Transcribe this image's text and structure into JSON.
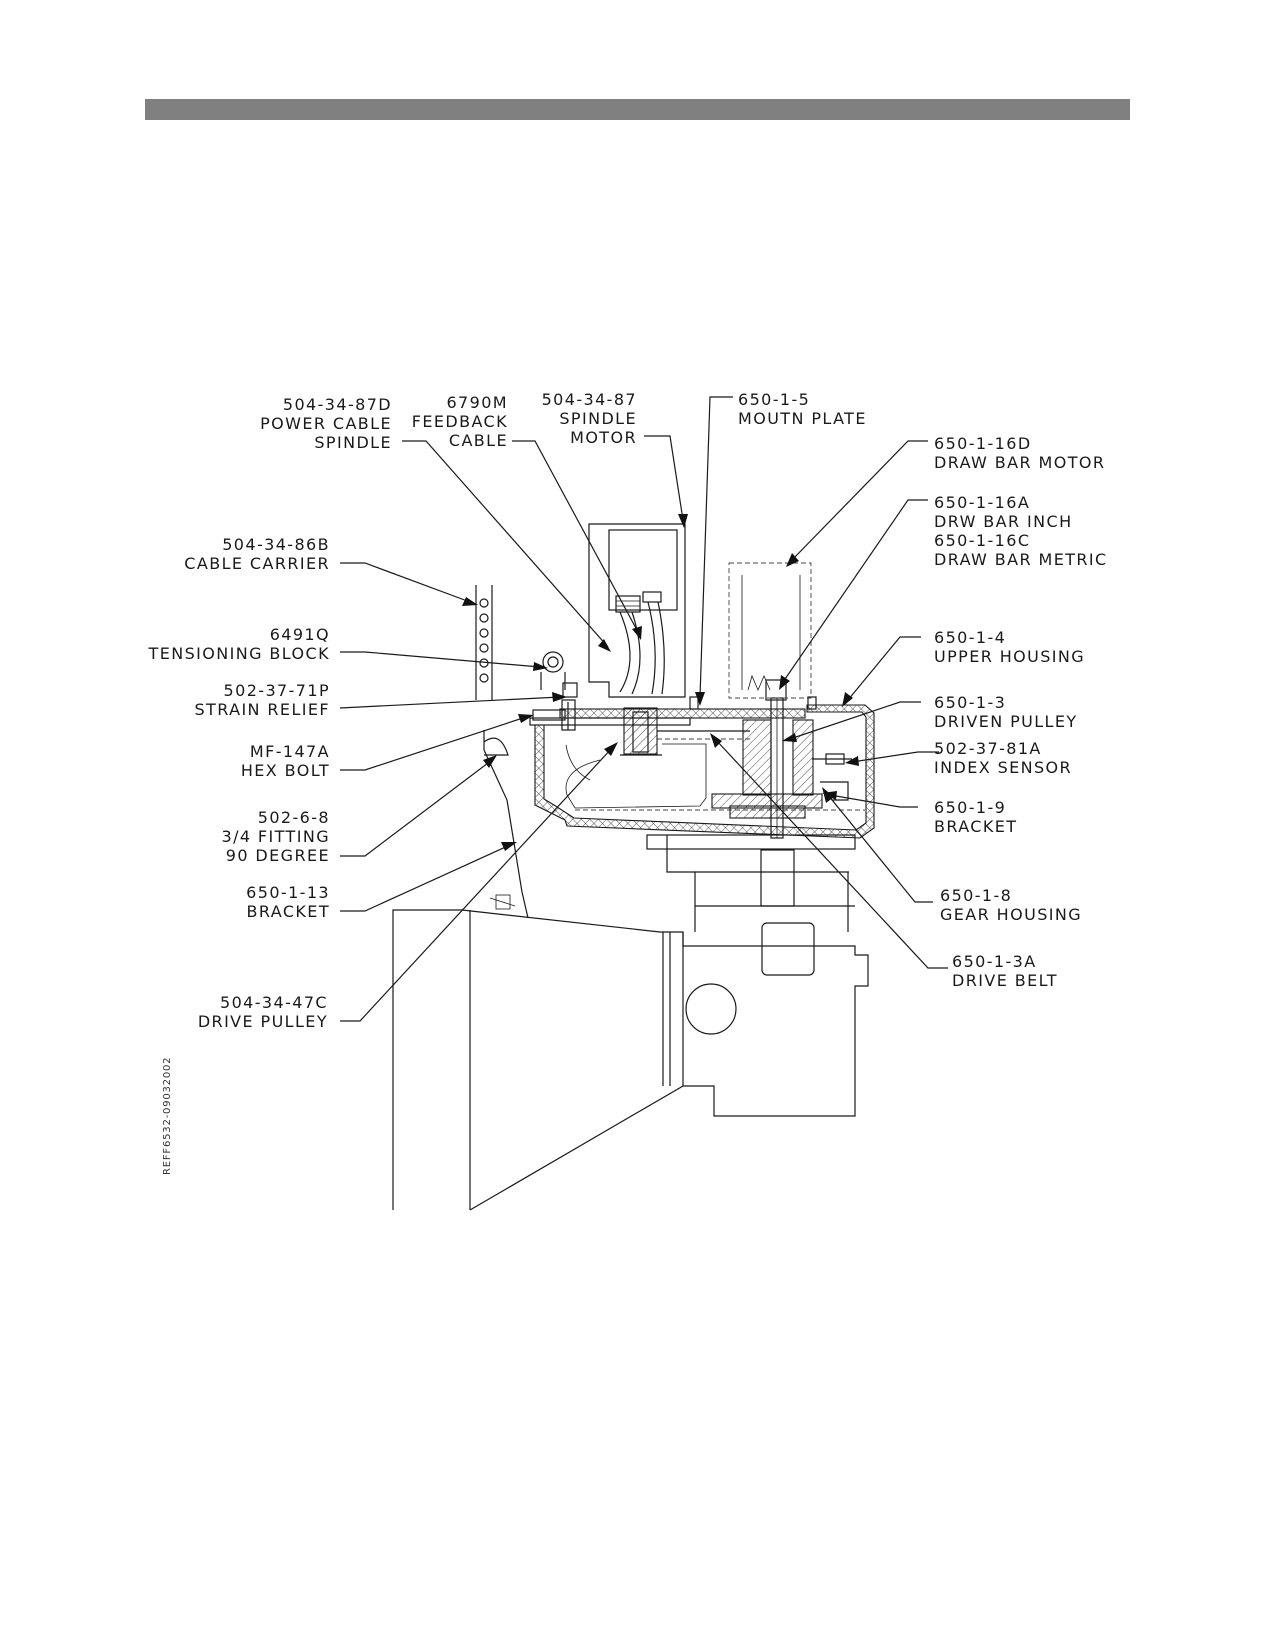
{
  "drawing_ref": "REFF6532-09032002",
  "callouts": [
    {
      "id": "power-cable-spindle",
      "lines": [
        "504-34-87D",
        "POWER CABLE",
        "SPINDLE"
      ]
    },
    {
      "id": "feedback-cable",
      "lines": [
        "6790M",
        "FEEDBACK",
        "CABLE"
      ]
    },
    {
      "id": "spindle-motor",
      "lines": [
        "504-34-87",
        "SPINDLE",
        "MOTOR"
      ]
    },
    {
      "id": "mount-plate",
      "lines": [
        "650-1-5",
        "MOUTN PLATE"
      ]
    },
    {
      "id": "draw-bar-motor",
      "lines": [
        "650-1-16D",
        "DRAW BAR MOTOR"
      ]
    },
    {
      "id": "draw-bar",
      "lines": [
        "650-1-16A",
        "DRW BAR INCH",
        "650-1-16C",
        "DRAW BAR METRIC"
      ]
    },
    {
      "id": "cable-carrier",
      "lines": [
        "504-34-86B",
        "CABLE CARRIER"
      ]
    },
    {
      "id": "tensioning-block",
      "lines": [
        "6491Q",
        "TENSIONING BLOCK"
      ]
    },
    {
      "id": "strain-relief",
      "lines": [
        "502-37-71P",
        "STRAIN RELIEF"
      ]
    },
    {
      "id": "hex-bolt",
      "lines": [
        "MF-147A",
        "HEX BOLT"
      ]
    },
    {
      "id": "fitting",
      "lines": [
        "502-6-8",
        "3/4 FITTING",
        "90 DEGREE"
      ]
    },
    {
      "id": "bracket-13",
      "lines": [
        "650-1-13",
        "BRACKET"
      ]
    },
    {
      "id": "drive-pulley",
      "lines": [
        "504-34-47C",
        "DRIVE PULLEY"
      ]
    },
    {
      "id": "upper-housing",
      "lines": [
        "650-1-4",
        "UPPER HOUSING"
      ]
    },
    {
      "id": "driven-pulley",
      "lines": [
        "650-1-3",
        "DRIVEN PULLEY"
      ]
    },
    {
      "id": "index-sensor",
      "lines": [
        "502-37-81A",
        "INDEX SENSOR"
      ]
    },
    {
      "id": "bracket-9",
      "lines": [
        "650-1-9",
        "BRACKET"
      ]
    },
    {
      "id": "gear-housing",
      "lines": [
        "650-1-8",
        "GEAR HOUSING"
      ]
    },
    {
      "id": "drive-belt",
      "lines": [
        "650-1-3A",
        "DRIVE BELT"
      ]
    }
  ]
}
